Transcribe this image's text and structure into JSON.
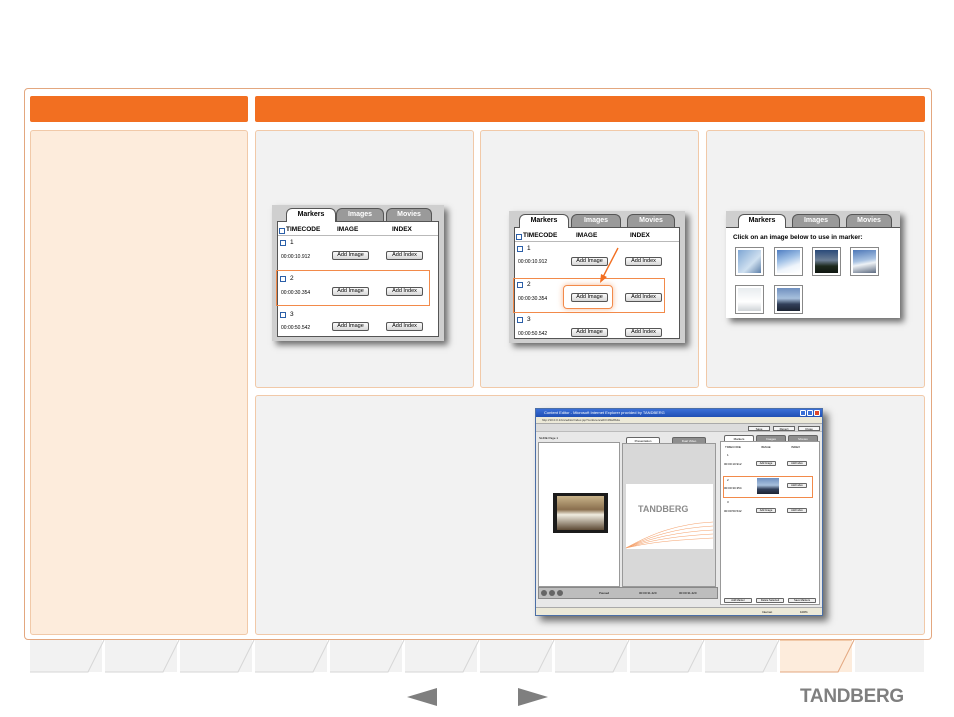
{
  "colors": {
    "accent": "#f26f21",
    "side_bg": "#fdecdc",
    "panel_bg": "#f2f2f2",
    "highlight": "#f28a4a",
    "logo": "#7f7f7f"
  },
  "markers_panel_1": {
    "tabs": [
      "Markers",
      "Images",
      "Movies"
    ],
    "columns": [
      "TIMECODE",
      "IMAGE",
      "INDEX"
    ],
    "rows": [
      {
        "num": "1",
        "timecode": "00:00:10.912",
        "add_image": "Add Image",
        "add_index": "Add Index"
      },
      {
        "num": "2",
        "timecode": "00:00:30.354",
        "add_image": "Add Image",
        "add_index": "Add Index"
      },
      {
        "num": "3",
        "timecode": "00:00:50.542",
        "add_image": "Add Image",
        "add_index": "Add Index"
      }
    ]
  },
  "markers_panel_2": {
    "tabs": [
      "Markers",
      "Images",
      "Movies"
    ],
    "columns": [
      "TIMECODE",
      "IMAGE",
      "INDEX"
    ],
    "rows": [
      {
        "num": "1",
        "timecode": "00:00:10.912",
        "add_image": "Add Image",
        "add_index": "Add Index"
      },
      {
        "num": "2",
        "timecode": "00:00:30.354",
        "add_image": "Add Image",
        "add_index": "Add Index"
      },
      {
        "num": "3",
        "timecode": "00:00:50.542",
        "add_image": "Add Image",
        "add_index": "Add Index"
      }
    ]
  },
  "images_panel": {
    "tabs": [
      "Markers",
      "Images",
      "Movies"
    ],
    "instruction": "Click on an image below to use in marker:",
    "thumbnails": [
      "image-1",
      "image-2",
      "image-3",
      "image-4",
      "image-5",
      "image-6"
    ]
  },
  "editor_window": {
    "title": "Content Editor - Microsoft Internet Explorer provided by TANDBERG",
    "address": "http://10.0.0.1/tcs/editor/index.jsp?conferenceID=4f3e8b2a",
    "toolbar": [
      "Save",
      "Revert",
      "Close"
    ],
    "left_label": "SLIDE Page 1",
    "tabs": [
      "Presentation",
      "Dual Video"
    ],
    "right_tabs": [
      "Markers",
      "Images",
      "Movies"
    ],
    "columns": [
      "TIMECODE",
      "IMAGE",
      "INDEX"
    ],
    "rows": [
      {
        "num": "1",
        "timecode": "00:00:10.912"
      },
      {
        "num": "2",
        "timecode": "00:00:30.354"
      },
      {
        "num": "3",
        "timecode": "00:00:50.542"
      }
    ],
    "add_image": "Add Image",
    "add_index": "Add Index",
    "slide_brand": "TANDBERG",
    "status_left": "Paused",
    "time_1": "00:00:31.420",
    "time_2": "00:00:31.420",
    "bottom_buttons": [
      "Add Marker",
      "Delete Selected",
      "Save Markers"
    ],
    "status_bar_left": "Internet",
    "status_bar_right": "100%"
  },
  "navigation": {
    "tab_count": 12,
    "active_tab_index": 10
  },
  "footer": {
    "logo": "TANDBERG"
  }
}
